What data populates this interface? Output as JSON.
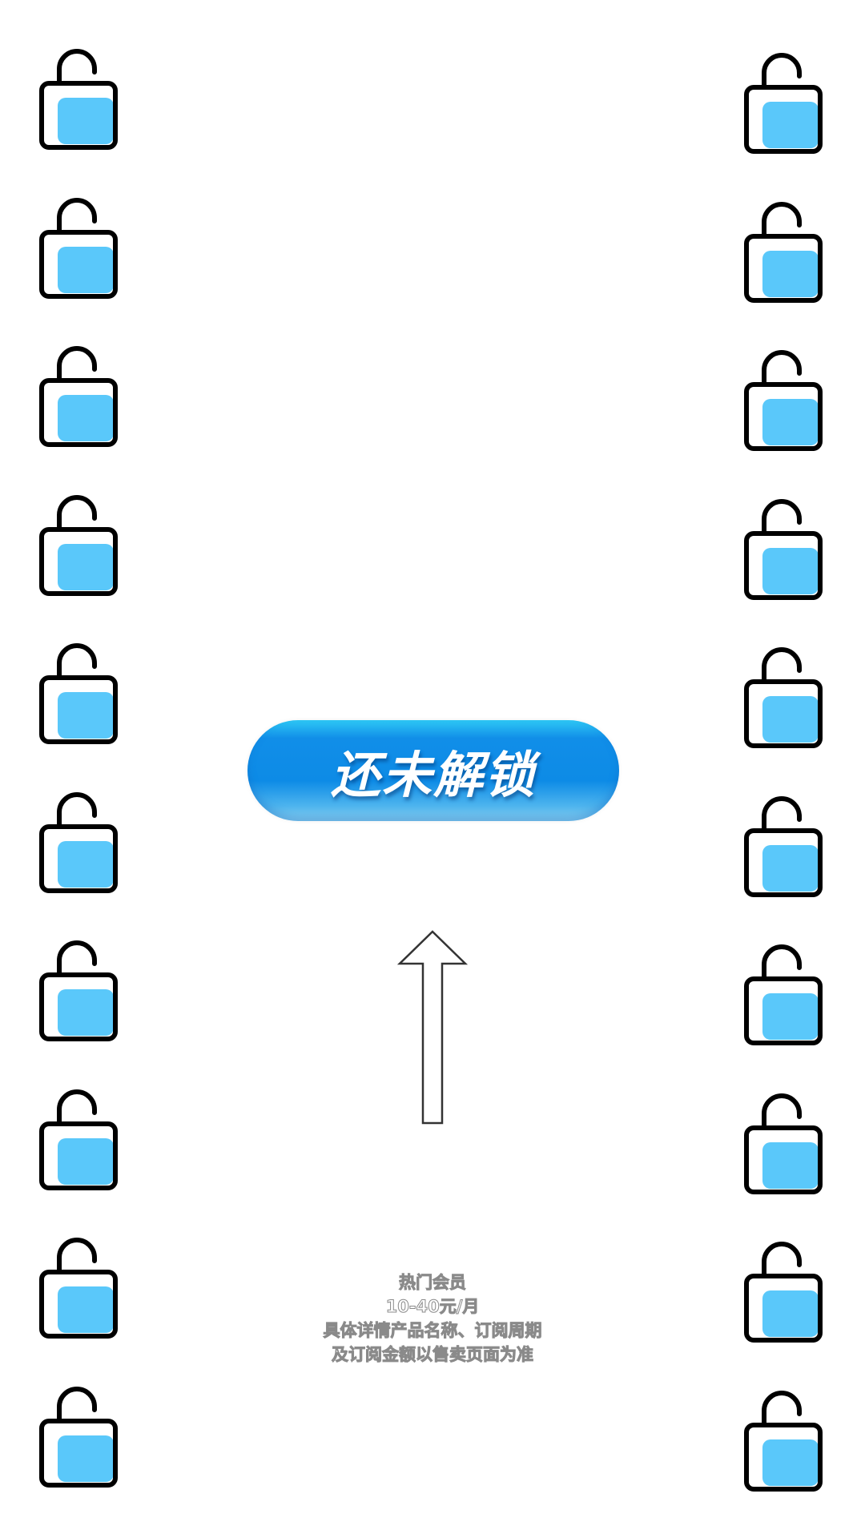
{
  "unlock_button": {
    "label": "还未解锁"
  },
  "lock_icon": {
    "name": "unlocked-padlock-icon",
    "fill_color": "#5ac8fa",
    "stroke_color": "#000000",
    "count_per_side": 10
  },
  "arrow_icon": {
    "name": "arrow-up-icon"
  },
  "info": {
    "lines": [
      "热门会员",
      "10-40元/月",
      "具体详情产品名称、订阅周期",
      "及订阅金额以售卖页面为准"
    ]
  },
  "colors": {
    "button_blue": "#0d8be6",
    "text_gray": "#8a8a8a"
  }
}
